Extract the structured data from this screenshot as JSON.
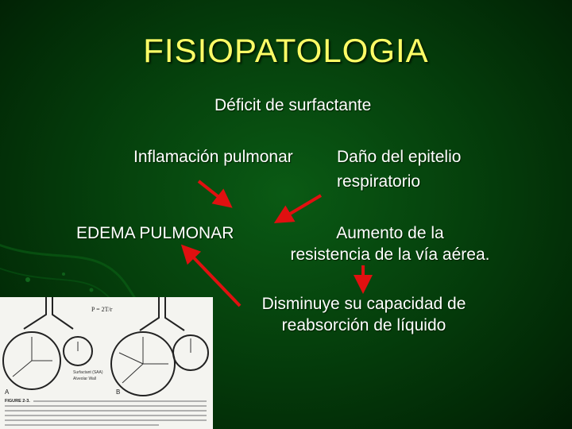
{
  "slide": {
    "title": "FISIOPATOLOGIA",
    "nodes": {
      "deficit": "Déficit de surfactante",
      "inflamacion": "Inflamación pulmonar",
      "dano_line1": "Daño del epitelio",
      "dano_line2": "respiratorio",
      "edema": "EDEMA PULMONAR",
      "aumento_line1": "Aumento de la",
      "aumento_line2": "resistencia de la vía aérea.",
      "disminuye_line1": "Disminuye su capacidad de",
      "disminuye_line2": "reabsorción de líquido"
    },
    "figure": {
      "label_a": "A",
      "label_b": "B",
      "formula": "P = 2T/r",
      "surfactant_label": "Surfactant (SAA)",
      "alveolar_label": "Alveolar Wall",
      "caption_head": "FIGURE 2-3."
    }
  },
  "colors": {
    "background": "#05400c",
    "title": "#ffff66",
    "text": "#ffffff",
    "arrow": "#e01010"
  }
}
